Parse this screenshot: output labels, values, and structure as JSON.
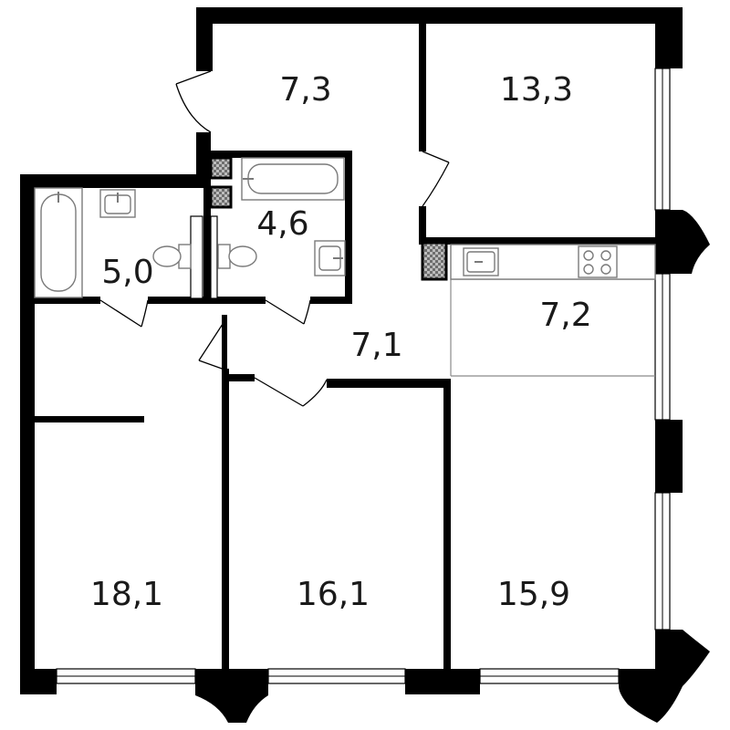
{
  "rooms": {
    "hall_north": "7,3",
    "bedroom_ne": "13,3",
    "bathroom_small": "4,6",
    "bathroom_west": "5,0",
    "kitchen": "7,2",
    "corridor": "7,1",
    "bedroom_sw": "18,1",
    "bedroom_s": "16,1",
    "living_se": "15,9"
  },
  "colors": {
    "wall": "#000000",
    "shaft": "#8c8c8c",
    "fixture_stroke": "#7a7a7a",
    "text": "#1a1a1a"
  }
}
